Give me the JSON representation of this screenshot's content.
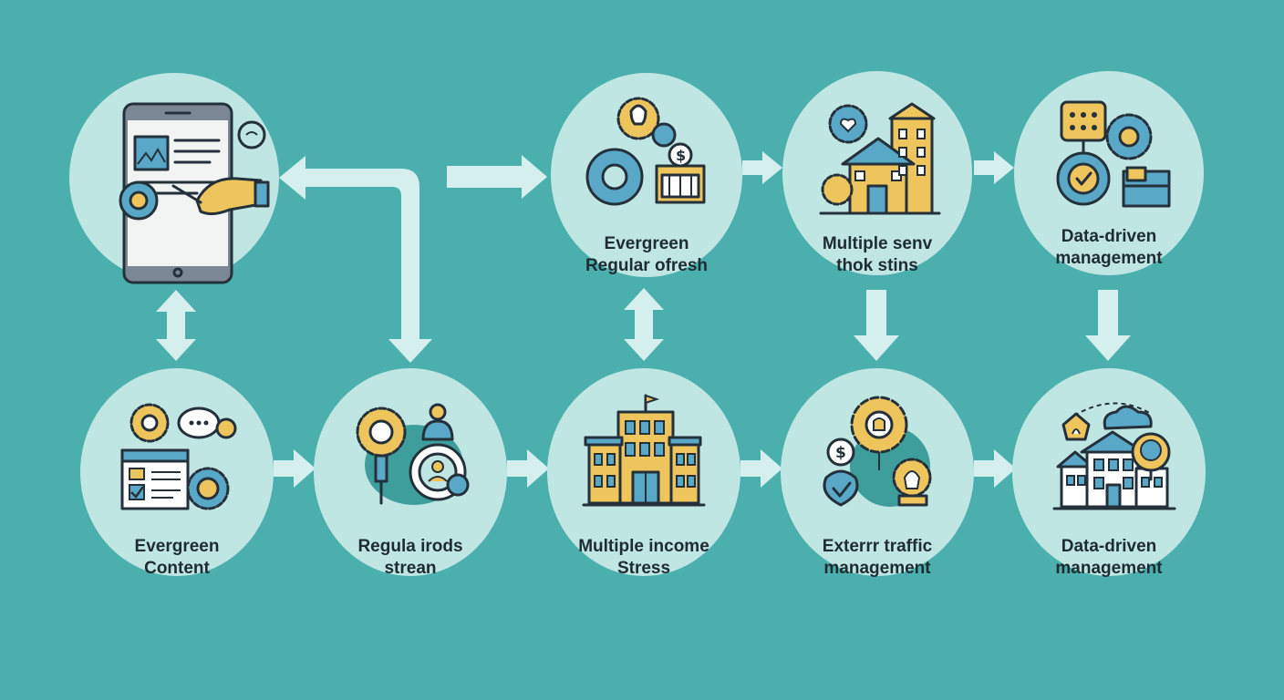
{
  "colors": {
    "background": "#4aafad",
    "node_fill": "#bfe6e3",
    "arrow": "#d4efed",
    "ink": "#24303a",
    "gold": "#eec45c",
    "blue": "#5aa8c8",
    "teal": "#3d9e9c"
  },
  "nodes": {
    "tablet": {
      "icon": "tablet-editing-icon"
    },
    "top_evergreen": {
      "line1": "Evergreen",
      "line2": "Regular ofresh",
      "icon": "gears-finance-icon"
    },
    "top_multiple": {
      "line1": "Multiple senv",
      "line2": "thok stins",
      "icon": "buildings-icon"
    },
    "top_data": {
      "line1": "Data-driven",
      "line2": "management",
      "icon": "data-gauge-icon"
    },
    "bottom_evergreen": {
      "line1": "Evergreen",
      "line2": "Content",
      "icon": "content-gears-icon"
    },
    "bottom_regula": {
      "line1": "Regula irods",
      "line2": "strean",
      "icon": "person-gear-icon"
    },
    "bottom_multiple": {
      "line1": "Multiple income",
      "line2": "Stress",
      "icon": "office-building-icon"
    },
    "bottom_exterrr": {
      "line1": "Exterrr traffic",
      "line2": "management",
      "icon": "money-bulb-icon"
    },
    "bottom_data": {
      "line1": "Data-driven",
      "line2": "management",
      "icon": "houses-location-icon"
    }
  }
}
